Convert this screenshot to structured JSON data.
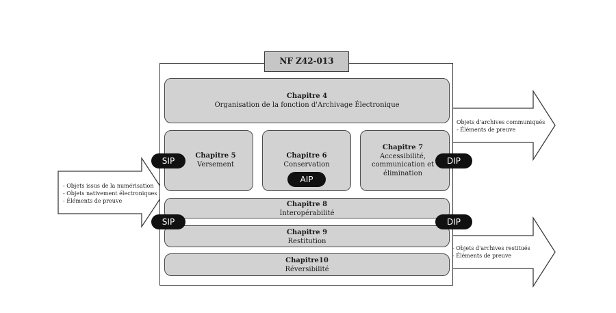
{
  "standard_title": "NF Z42-013",
  "chapters": {
    "ch4": {
      "title": "Chapitre 4",
      "subtitle": "Organisation de la fonction d'Archivage Électronique"
    },
    "ch5": {
      "title": "Chapitre 5",
      "subtitle": "Versement"
    },
    "ch6": {
      "title": "Chapitre 6",
      "subtitle": "Conservation"
    },
    "ch7": {
      "title": "Chapitre 7",
      "line1": "Accessibilité,",
      "line2": "communication et",
      "line3": "élimination"
    },
    "ch8": {
      "title": "Chapitre 8",
      "subtitle": "Interopérabilité"
    },
    "ch9": {
      "title": "Chapitre 9",
      "subtitle": "Restitution"
    },
    "ch10": {
      "title": "Chapitre10",
      "subtitle": "Réversibilité"
    }
  },
  "packages": {
    "sip_top": "SIP",
    "aip": "AIP",
    "dip_top": "DIP",
    "sip_bottom": "SIP",
    "dip_bottom": "DIP"
  },
  "input_arrow": {
    "items": [
      "- Objets issus de la numérisation",
      "- Objets nativement électroniques",
      "- Éléments de preuve"
    ]
  },
  "output_arrow_top": {
    "items": [
      "Objets d'archives communiqués",
      "- Éléments de preuve"
    ]
  },
  "output_arrow_bottom": {
    "items": [
      "- Objets d'archives restitués",
      "- Éléments de preuve"
    ]
  }
}
